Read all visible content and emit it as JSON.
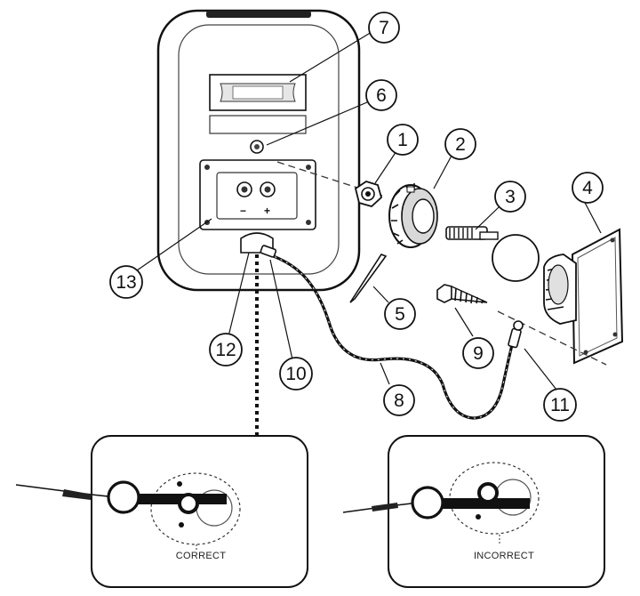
{
  "callouts": {
    "c1": "1",
    "c2": "2",
    "c3": "3",
    "c4": "4",
    "c5": "5",
    "c6": "6",
    "c7": "7",
    "c8": "8",
    "c9": "9",
    "c10": "10",
    "c11": "11",
    "c12": "12",
    "c13": "13"
  },
  "terminals": {
    "minus": "−",
    "plus": "+"
  },
  "insets": {
    "correct_label": "CORRECT",
    "incorrect_label": "INCORRECT"
  }
}
